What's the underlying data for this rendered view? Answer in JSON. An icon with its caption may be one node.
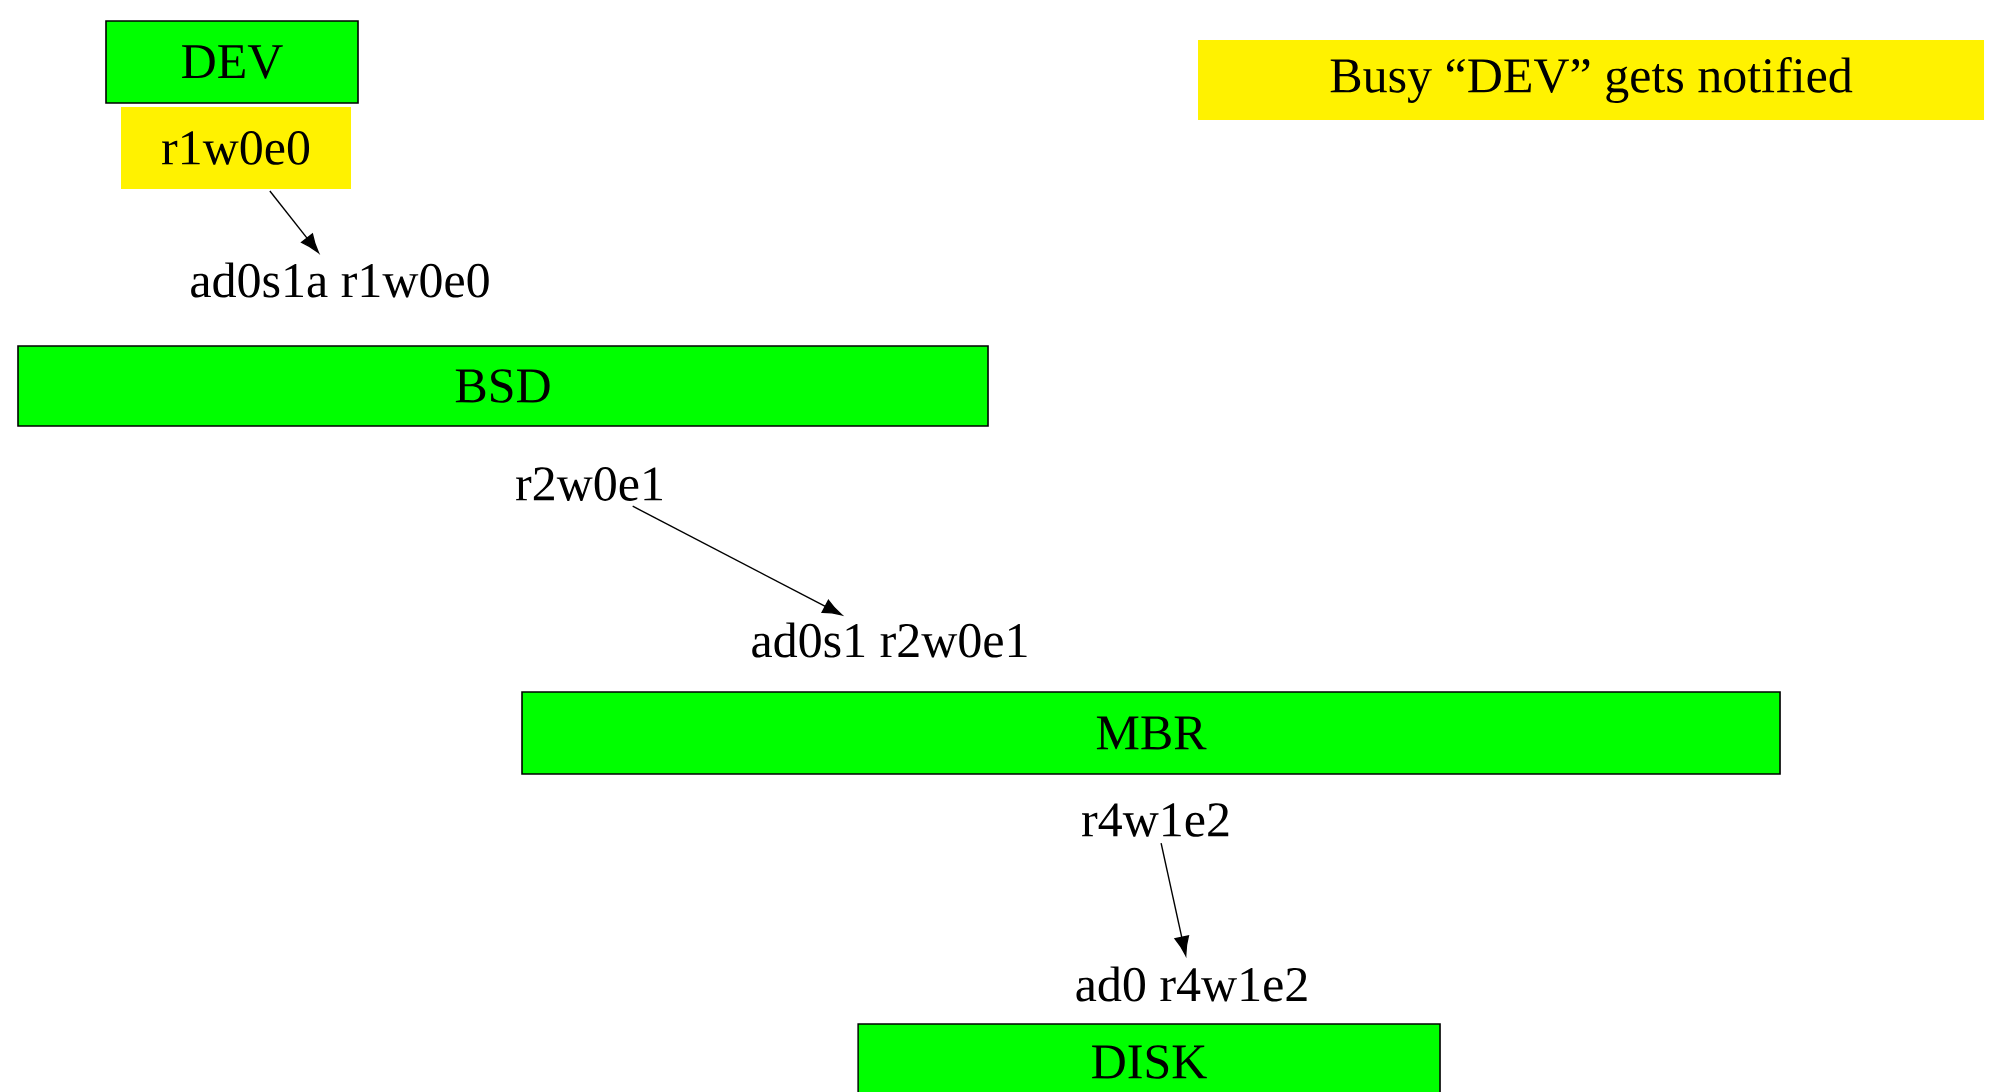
{
  "diagram": {
    "nodes": [
      {
        "text": [
          "DEV"
        ]
      },
      {
        "text": [
          "r1w0e0"
        ]
      },
      {
        "text": [
          "ad0s1a r1w0e0"
        ]
      },
      {
        "text": [
          "BSD"
        ]
      },
      {
        "text": [
          "r2w0e1"
        ]
      },
      {
        "text": [
          "ad0s1 r2w0e1"
        ]
      },
      {
        "text": [
          "MBR"
        ]
      },
      {
        "text": [
          "r4w1e2"
        ]
      },
      {
        "text": [
          "ad0 r4w1e2"
        ]
      },
      {
        "text": [
          "DISK"
        ]
      }
    ],
    "edges": [
      {
        "from": 1,
        "to": 2,
        "arrow": "to"
      },
      {
        "from": 4,
        "to": 5,
        "arrow": "to"
      },
      {
        "from": 7,
        "to": 8,
        "arrow": "to"
      }
    ],
    "labels": [
      "Busy “DEV” gets notified"
    ]
  }
}
